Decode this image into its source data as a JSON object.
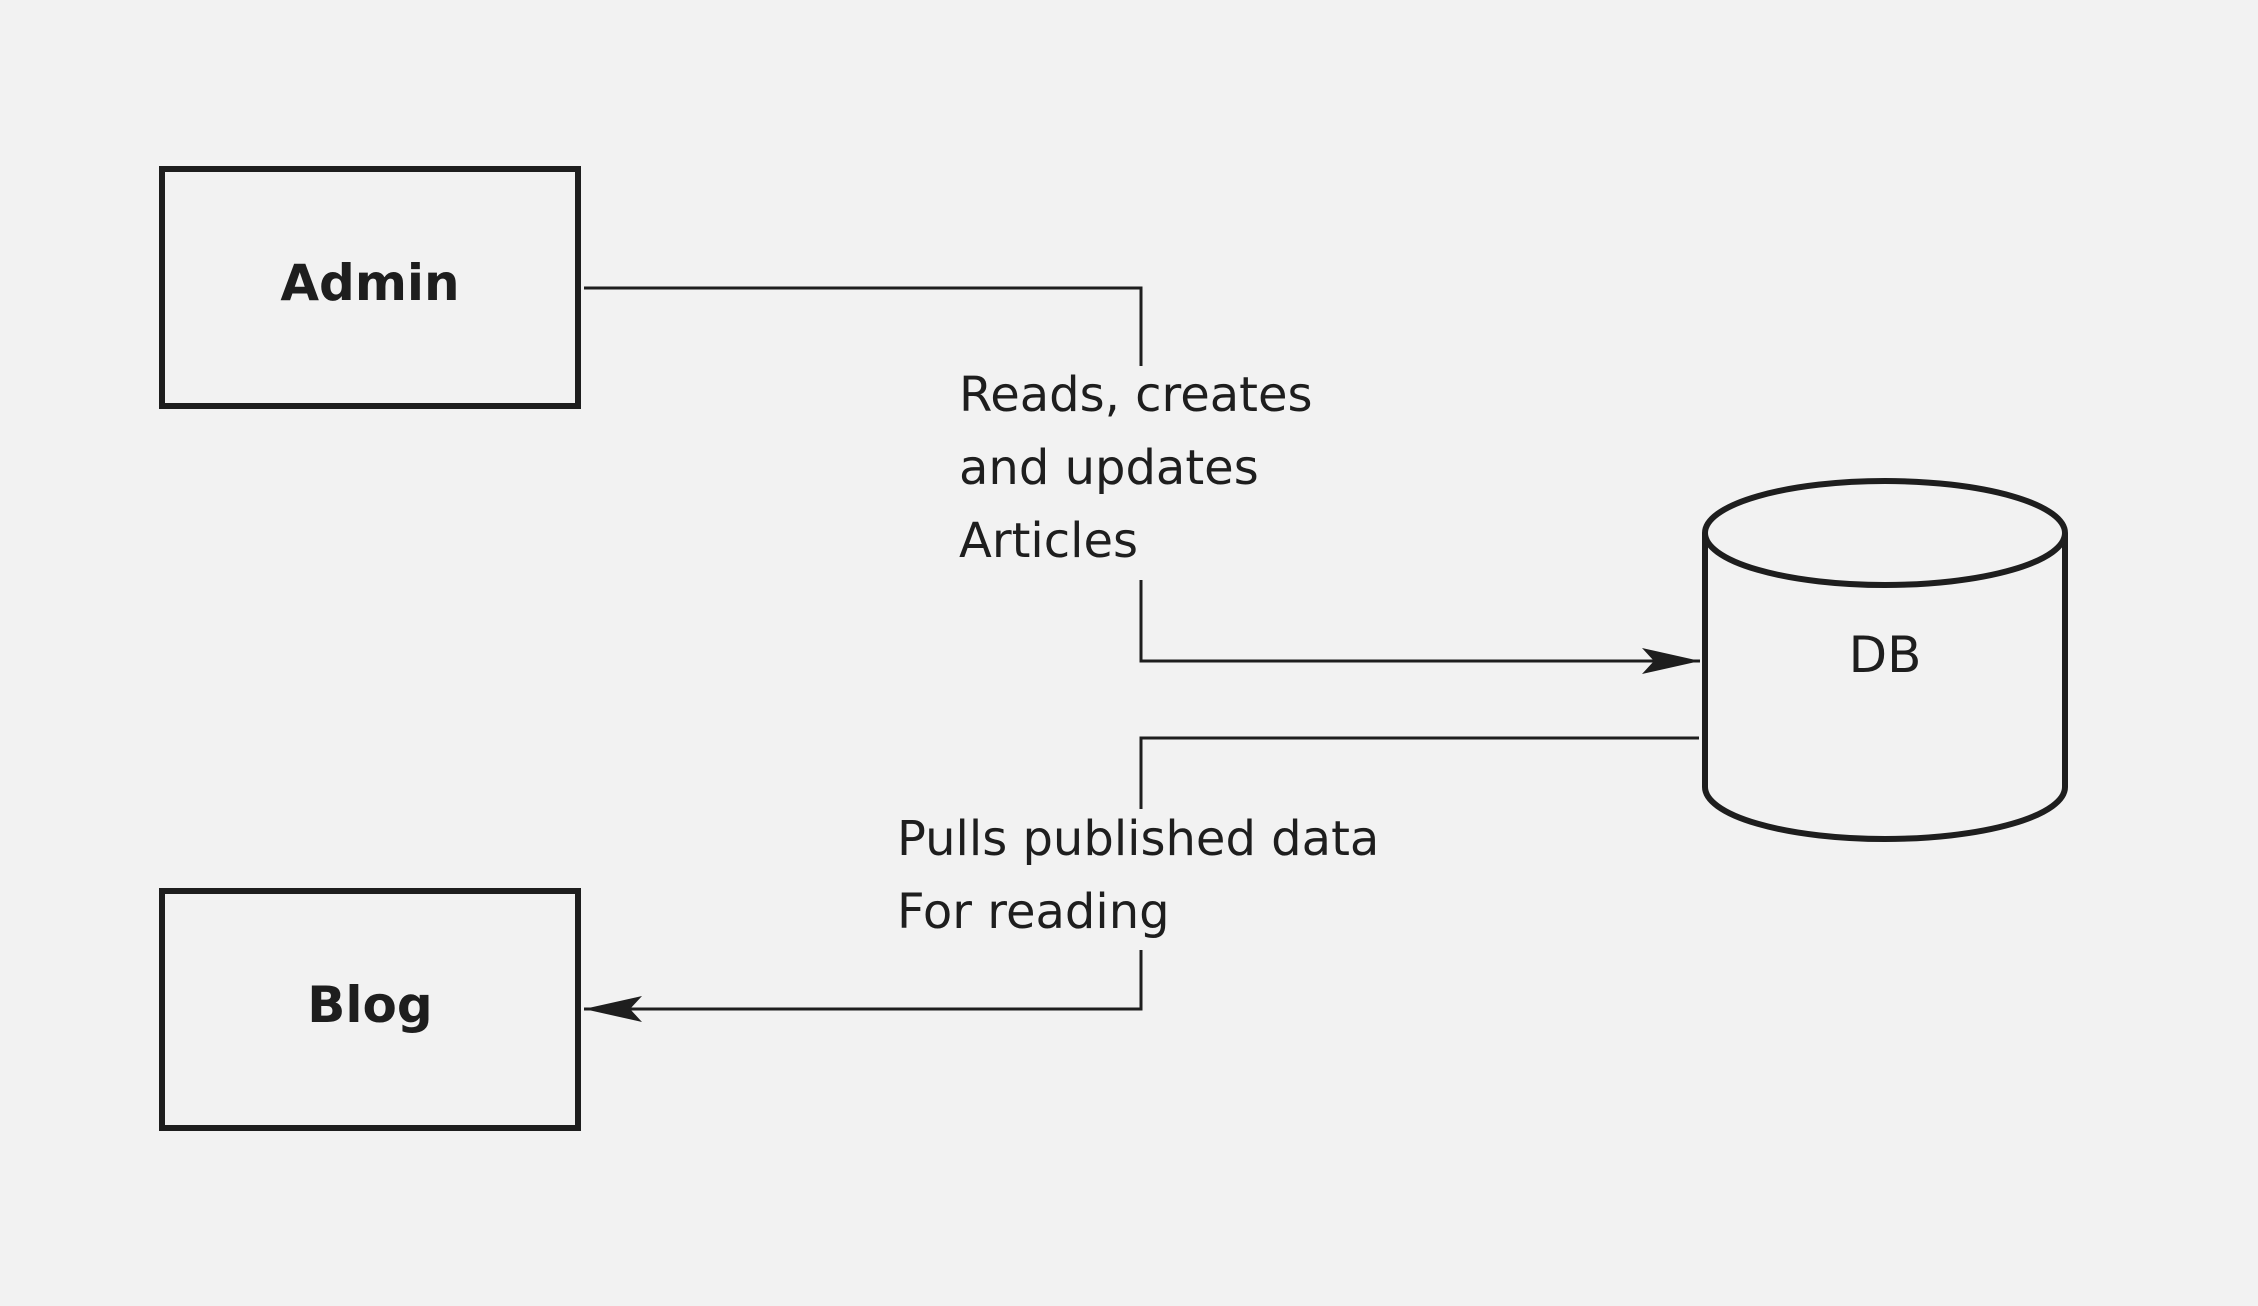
{
  "diagram": {
    "nodes": {
      "admin": {
        "label": "Admin"
      },
      "blog": {
        "label": "Blog"
      },
      "db": {
        "label": "DB"
      }
    },
    "edges": {
      "admin_to_db": {
        "label_lines": [
          "Reads, creates",
          "and updates",
          "Articles"
        ]
      },
      "db_to_blog": {
        "label_lines": [
          "Pulls published data",
          "For reading"
        ]
      }
    },
    "colors": {
      "background": "#f2f2f2",
      "stroke": "#1e1e1e"
    }
  }
}
